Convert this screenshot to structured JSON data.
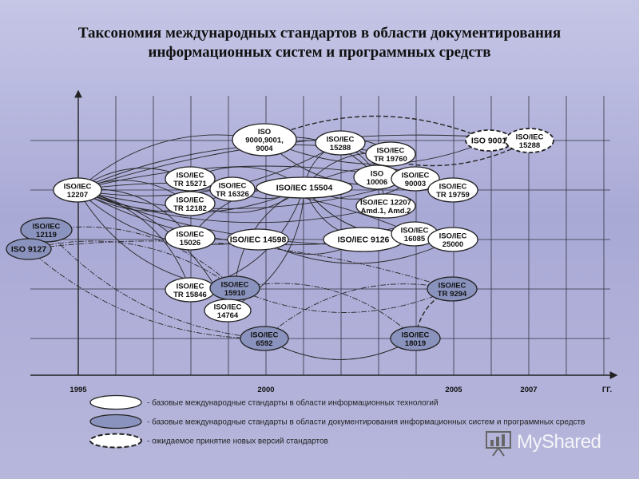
{
  "title": {
    "line1": "Таксономия международных стандартов в области документирования",
    "line2": "информационных систем и программных средств"
  },
  "axis": {
    "years": [
      "1995",
      "2000",
      "2005",
      "2007"
    ],
    "unit": "ГГ."
  },
  "nodes": [
    {
      "id": "iso12207",
      "type": "base_it",
      "lines": [
        "ISO/IEC",
        "12207"
      ]
    },
    {
      "id": "iso12119",
      "type": "doc",
      "lines": [
        "ISO/IEC",
        "12119"
      ]
    },
    {
      "id": "iso9127",
      "type": "doc",
      "lines": [
        "ISO 9127"
      ]
    },
    {
      "id": "iso9000",
      "type": "base_it",
      "lines": [
        "ISO",
        "9000,9001,",
        "9004"
      ]
    },
    {
      "id": "iso15288",
      "type": "base_it",
      "lines": [
        "ISO/IEC",
        "15288"
      ]
    },
    {
      "id": "tr19760",
      "type": "base_it",
      "lines": [
        "ISO/IEC",
        "TR 19760"
      ]
    },
    {
      "id": "tr15271",
      "type": "base_it",
      "lines": [
        "ISO/IEC",
        "TR 15271"
      ]
    },
    {
      "id": "tr16326",
      "type": "base_it",
      "lines": [
        "ISO/IEC",
        "TR 16326"
      ]
    },
    {
      "id": "tr12182",
      "type": "base_it",
      "lines": [
        "ISO/IEC",
        "TR 12182"
      ]
    },
    {
      "id": "iso15504",
      "type": "base_it",
      "lines": [
        "ISO/IEC 15504"
      ]
    },
    {
      "id": "iso10006",
      "type": "base_it",
      "lines": [
        "ISO",
        "10006"
      ]
    },
    {
      "id": "iso90003",
      "type": "base_it",
      "lines": [
        "ISO/IEC",
        "90003"
      ]
    },
    {
      "id": "tr19759",
      "type": "base_it",
      "lines": [
        "ISO/IEC",
        "TR 19759"
      ]
    },
    {
      "id": "amd",
      "type": "base_it",
      "lines": [
        "ISO/IEC 12207",
        "Amd.1, Amd.2"
      ]
    },
    {
      "id": "iso15026",
      "type": "base_it",
      "lines": [
        "ISO/IEC",
        "15026"
      ]
    },
    {
      "id": "iso14598",
      "type": "base_it",
      "lines": [
        "ISO/IEC 14598"
      ]
    },
    {
      "id": "iso9126",
      "type": "base_it",
      "lines": [
        "ISO/IEC 9126"
      ]
    },
    {
      "id": "iso16085",
      "type": "base_it",
      "lines": [
        "ISO/IEC",
        "16085"
      ]
    },
    {
      "id": "iso25000",
      "type": "base_it",
      "lines": [
        "ISO/IEC",
        "25000"
      ]
    },
    {
      "id": "tr15846",
      "type": "base_it",
      "lines": [
        "ISO/IEC",
        "TR 15846"
      ]
    },
    {
      "id": "iso15910",
      "type": "doc",
      "lines": [
        "ISO/IEC",
        "15910"
      ]
    },
    {
      "id": "iso14764",
      "type": "base_it",
      "lines": [
        "ISO/IEC",
        "14764"
      ]
    },
    {
      "id": "iso6592",
      "type": "doc",
      "lines": [
        "ISO/IEC",
        "6592"
      ]
    },
    {
      "id": "tr9294",
      "type": "doc",
      "lines": [
        "ISO/IEC",
        "TR 9294"
      ]
    },
    {
      "id": "iso18019",
      "type": "doc",
      "lines": [
        "ISO/IEC",
        "18019"
      ]
    },
    {
      "id": "iso9001new",
      "type": "expected",
      "lines": [
        "ISO 9001"
      ]
    },
    {
      "id": "iso15288new",
      "type": "expected",
      "lines": [
        "ISO/IEC",
        "15288"
      ]
    }
  ],
  "legend": [
    {
      "type": "base_it",
      "text": "- базовые международные стандарты в области информационных технологий"
    },
    {
      "type": "doc",
      "text": "- базовые международные стандарты в области документирования информационных систем и программных средств"
    },
    {
      "type": "expected",
      "text": "- ожидаемое принятие новых версий стандартов"
    }
  ],
  "branding": {
    "logo_text": "MyShared"
  },
  "colors": {
    "background": "#b2b3dc",
    "base_fill": "#ffffff",
    "doc_fill": "#8a93bd",
    "line": "#222222"
  }
}
